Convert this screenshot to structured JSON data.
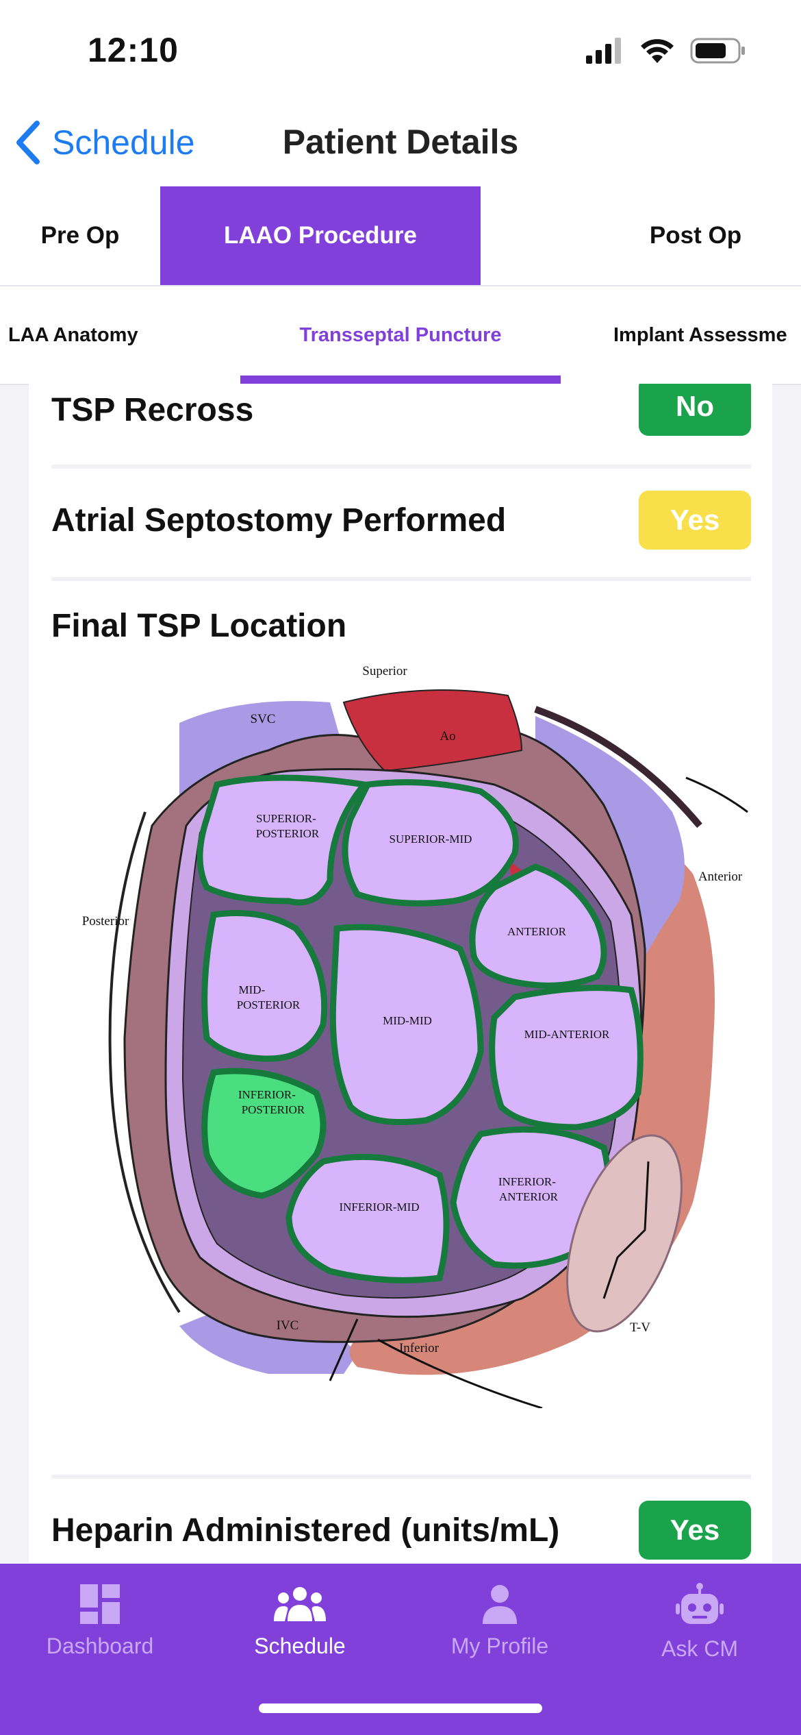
{
  "status_bar": {
    "time": "12:10"
  },
  "nav": {
    "back_label": "Schedule",
    "title": "Patient Details"
  },
  "primary_tabs": [
    "Pre Op",
    "LAAO Procedure",
    "Post Op"
  ],
  "secondary_tabs": [
    "LAA Anatomy",
    "Transseptal Puncture",
    "Implant Assessme"
  ],
  "rows": {
    "tsp_recross": {
      "label": "TSP Recross",
      "value": "No",
      "color": "#1aa34a"
    },
    "atrial_septostomy": {
      "label": "Atrial Septostomy Performed",
      "value": "Yes",
      "color": "#f9e04b"
    },
    "final_tsp_location": {
      "label": "Final TSP Location"
    },
    "heparin": {
      "label": "Heparin Administered (units/mL)",
      "value": "Yes",
      "color": "#1aa34a"
    }
  },
  "diagram": {
    "orientation": {
      "superior": "Superior",
      "inferior": "Inferior",
      "anterior": "Anterior",
      "posterior": "Posterior"
    },
    "structures": {
      "svc": "SVC",
      "ao": "Ao",
      "ivc": "IVC",
      "tv": "T-V"
    },
    "zones": {
      "superior_posterior": [
        "SUPERIOR-",
        "POSTERIOR"
      ],
      "superior_mid": "SUPERIOR-MID",
      "anterior": "ANTERIOR",
      "mid_posterior": [
        "MID-",
        "POSTERIOR"
      ],
      "mid_mid": "MID-MID",
      "mid_anterior": "MID-ANTERIOR",
      "inferior_posterior": [
        "INFERIOR-",
        "POSTERIOR"
      ],
      "inferior_mid": "INFERIOR-MID",
      "inferior_anterior": [
        "INFERIOR-",
        "ANTERIOR"
      ]
    },
    "selected_zone": "INFERIOR-POSTERIOR",
    "colors": {
      "zone_fill": "#d8b4fc",
      "zone_stroke": "#157a3c",
      "selected_fill": "#4ade80",
      "atrium": "#a3727e",
      "aorta": "#c83040",
      "svc": "#a99ae6",
      "septum_base": "#755a8c",
      "anterior_tissue": "#d7867a",
      "tv": "#e0c0c0"
    }
  },
  "tab_bar": [
    {
      "label": "Dashboard",
      "icon": "dashboard-icon",
      "active": false
    },
    {
      "label": "Schedule",
      "icon": "people-icon",
      "active": true
    },
    {
      "label": "My Profile",
      "icon": "person-icon",
      "active": false
    },
    {
      "label": "Ask CM",
      "icon": "robot-icon",
      "active": false
    }
  ]
}
